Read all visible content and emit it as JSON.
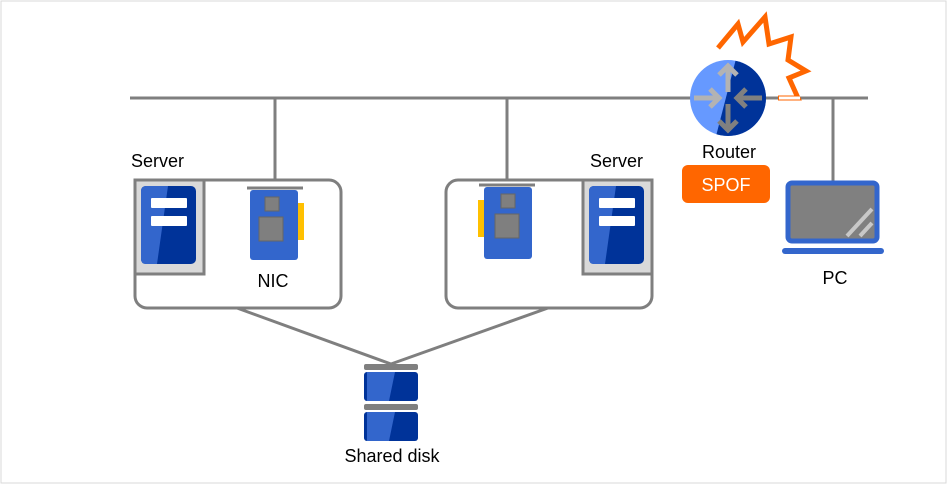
{
  "labels": {
    "server_left": "Server",
    "server_right": "Server",
    "nic": "NIC",
    "router": "Router",
    "spof_badge": "SPOF",
    "pc": "PC",
    "shared_disk": "Shared disk"
  },
  "colors": {
    "line": "#7f7f7f",
    "blue": "#3366cc",
    "dark_blue": "#003399",
    "light_blue": "#6699ff",
    "accent_orange": "#ff6600",
    "nic_tab": "#ffc000",
    "server_bg": "#d9d9d9"
  }
}
